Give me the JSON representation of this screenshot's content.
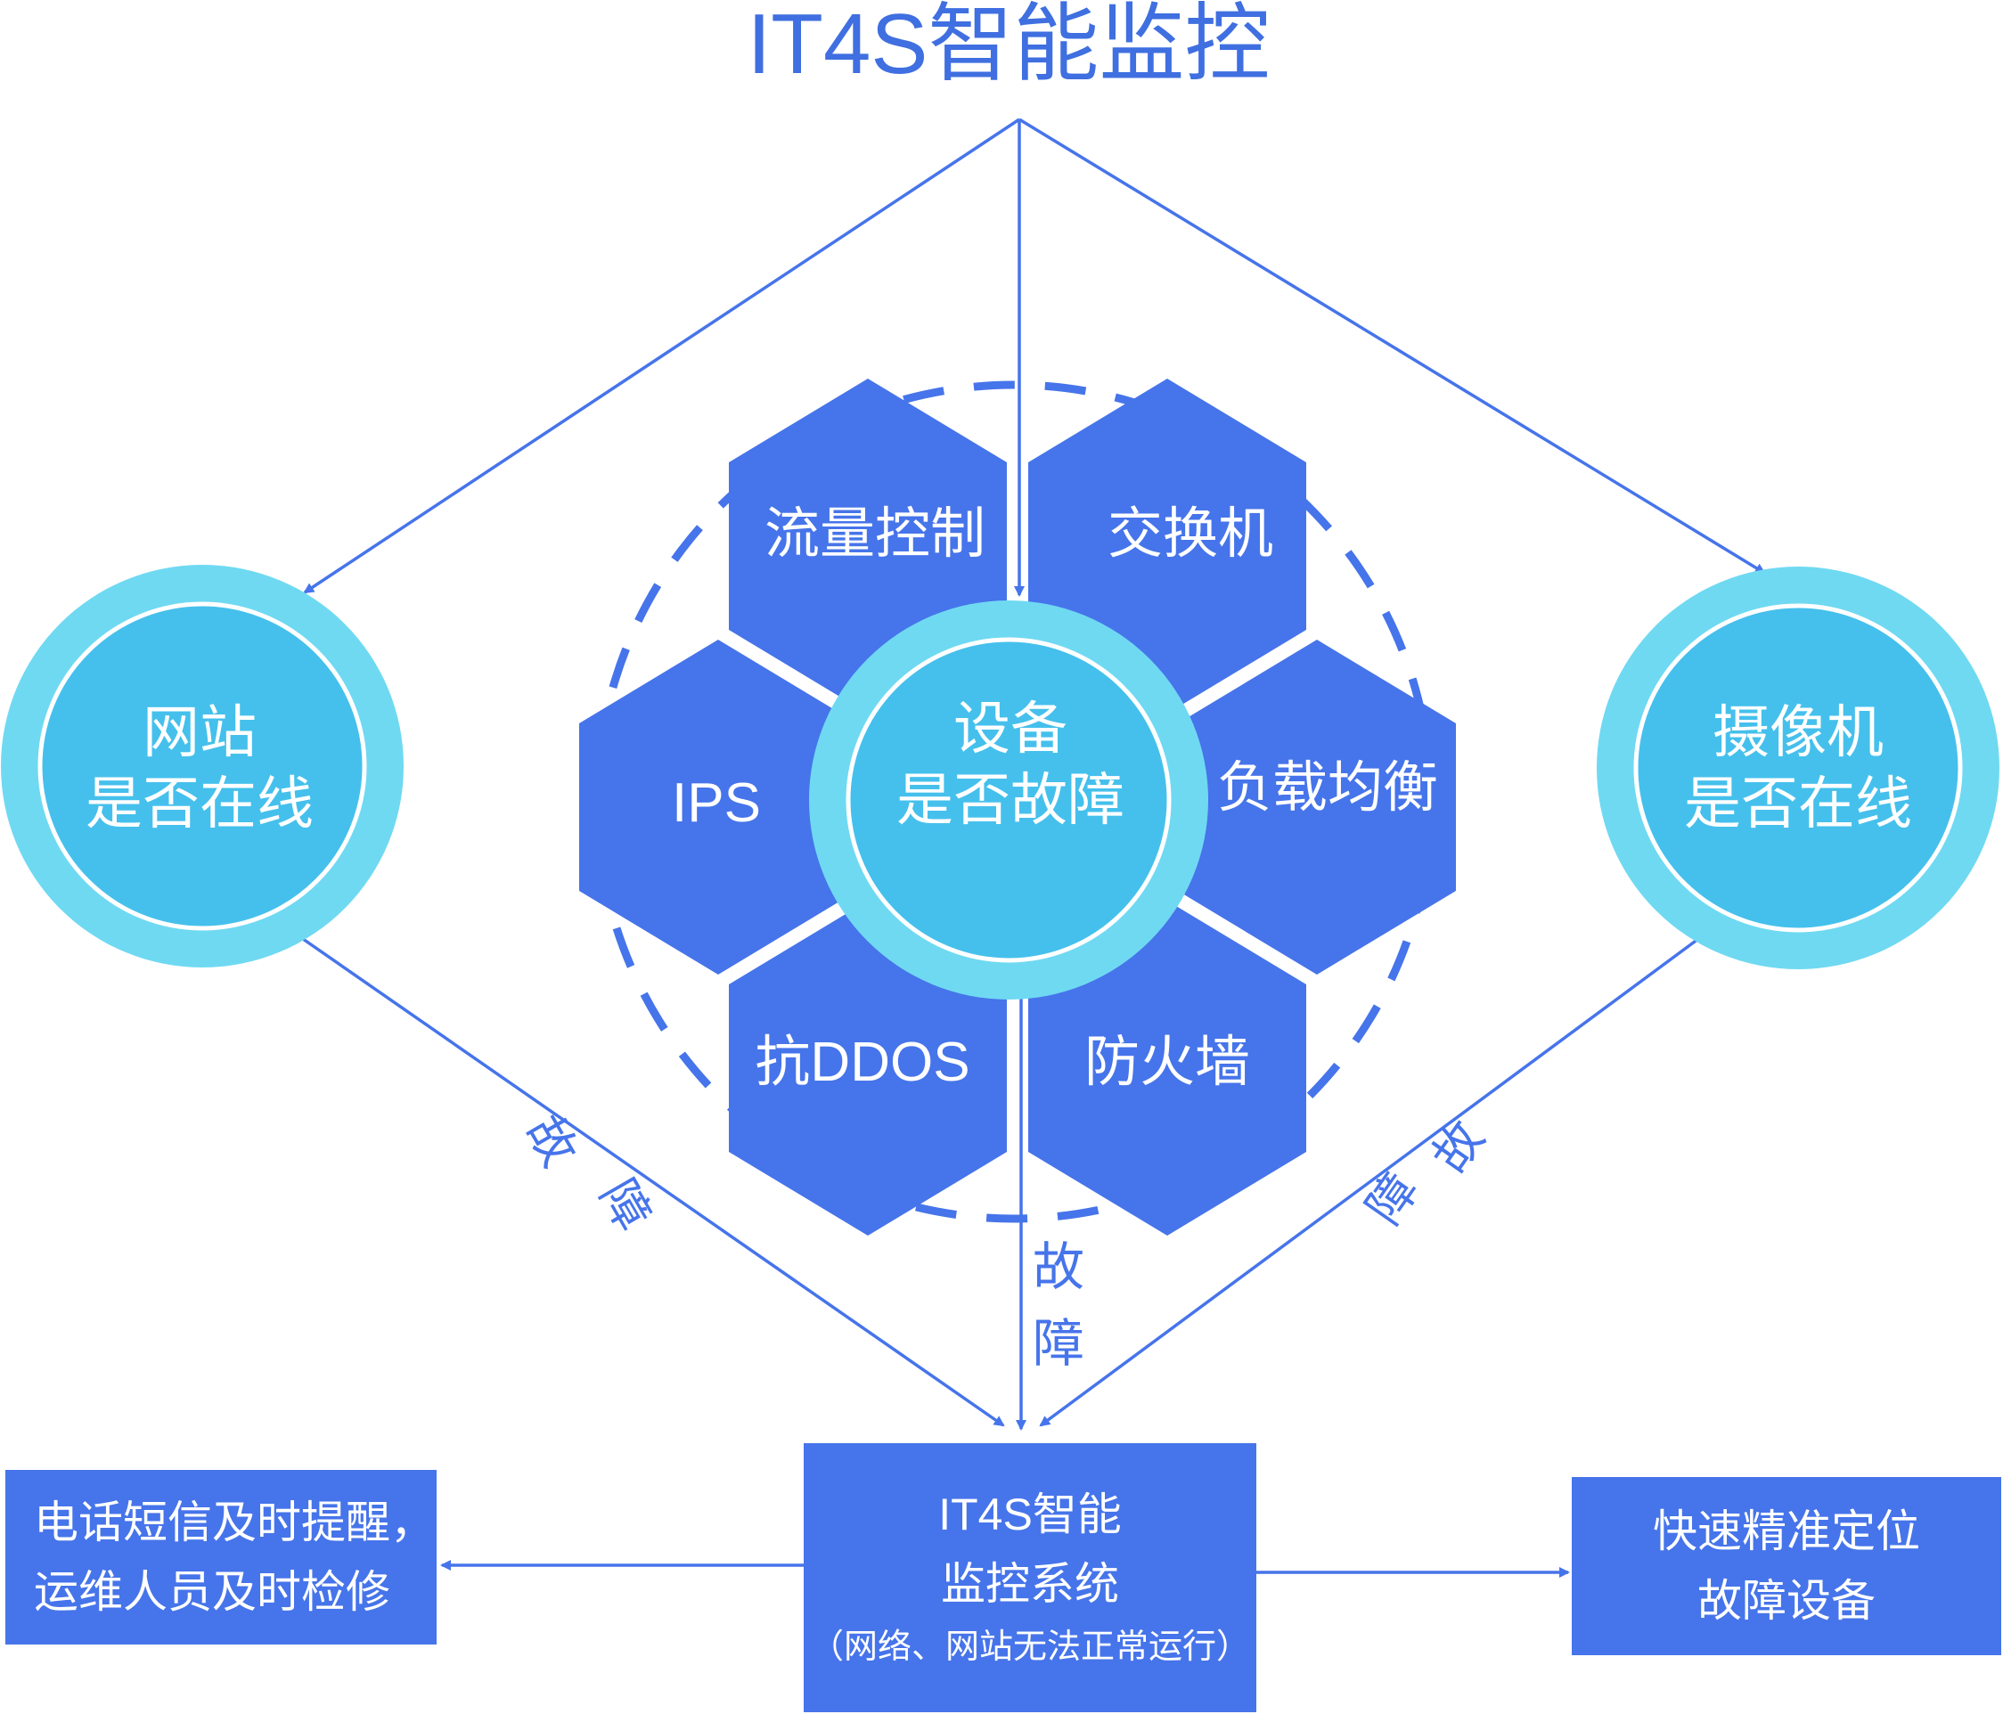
{
  "title": "IT4S智能监控",
  "colors": {
    "title": "#3f6fe0",
    "arrow": "#4674ea",
    "hexagon": "#4674ea",
    "circle_outer": "#6fd9f2",
    "circle_inner": "#45c0ec",
    "box": "#4674ea"
  },
  "hexagons": [
    {
      "label": "流量控制"
    },
    {
      "label": "交换机"
    },
    {
      "label": "IPS"
    },
    {
      "label": "负载均衡"
    },
    {
      "label": "抗DDOS"
    },
    {
      "label": "防火墙"
    }
  ],
  "circles": {
    "left": {
      "line1": "网站",
      "line2": "是否在线"
    },
    "center": {
      "line1": "设备",
      "line2": "是否故障"
    },
    "right": {
      "line1": "摄像机",
      "line2": "是否在线"
    }
  },
  "fault_labels": {
    "left": {
      "c1": "故",
      "c2": "障"
    },
    "center": {
      "c1": "故",
      "c2": "障"
    },
    "right": {
      "c1": "故",
      "c2": "障"
    }
  },
  "boxes": {
    "left": {
      "line1": "电话短信及时提醒，",
      "line2": "运维人员及时检修"
    },
    "center": {
      "line1": "IT4S智能",
      "line2": "监控系统",
      "note": "（网络、网站无法正常运行）"
    },
    "right": {
      "line1": "快速精准定位",
      "line2": "故障设备"
    }
  }
}
